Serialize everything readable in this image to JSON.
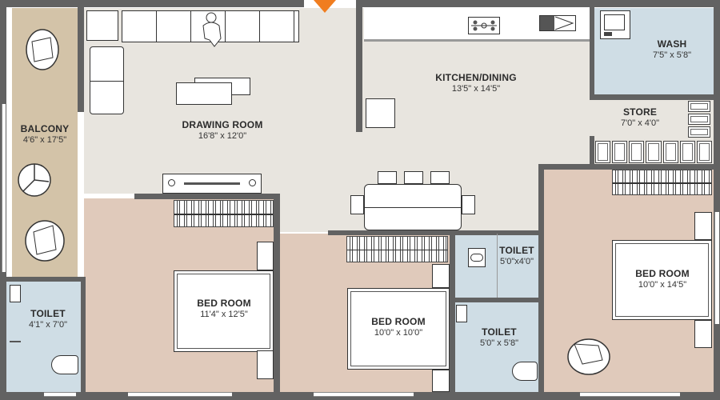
{
  "plan": {
    "north_marker_color": "#f07d1f",
    "colors": {
      "wall": "#626262",
      "living": "#e8e5df",
      "bedroom": "#e0cabb",
      "balcony": "#d3c3a8",
      "wet": "#cfdde5"
    }
  },
  "rooms": {
    "balcony": {
      "name": "BALCONY",
      "dims": "4'6\" x 17'5\""
    },
    "drawing": {
      "name": "DRAWING ROOM",
      "dims": "16'8\" x 12'0\""
    },
    "kitchen": {
      "name": "KITCHEN/DINING",
      "dims": "13'5\" x 14'5\""
    },
    "wash": {
      "name": "WASH",
      "dims": "7'5\" x 5'8\""
    },
    "store": {
      "name": "STORE",
      "dims": "7'0\" x 4'0\""
    },
    "bed1": {
      "name": "BED ROOM",
      "dims": "11'4\" x 12'5\""
    },
    "bed2": {
      "name": "BED ROOM",
      "dims": "10'0\" x 10'0\""
    },
    "bed3": {
      "name": "BED ROOM",
      "dims": "10'0\" x 14'5\""
    },
    "toilet1": {
      "name": "TOILET",
      "dims": "4'1\" x 7'0\""
    },
    "toilet2": {
      "name": "TOILET",
      "dims": "5'0\"x4'0\""
    },
    "toilet3": {
      "name": "TOILET",
      "dims": "5'0\" x 5'8\""
    }
  }
}
